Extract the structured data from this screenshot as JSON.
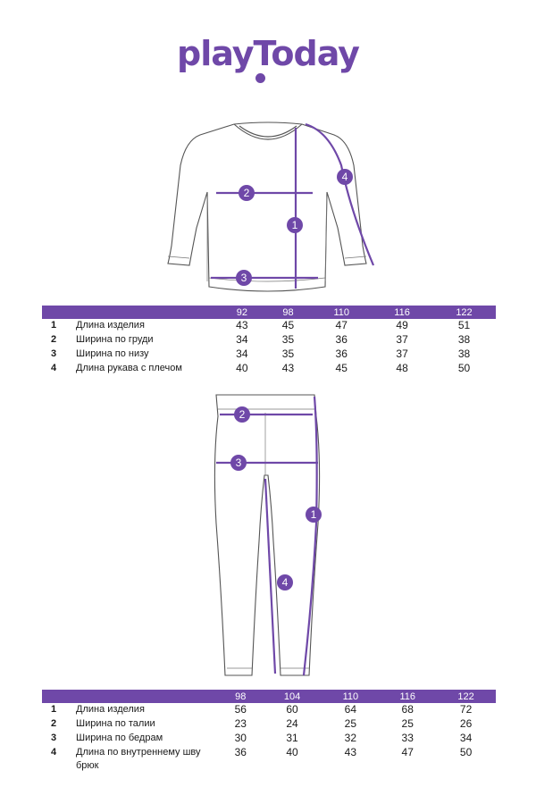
{
  "brand": {
    "logo_text": "playToday",
    "accent": "#6f48a8"
  },
  "top_chart": {
    "sizes": [
      "92",
      "98",
      "110",
      "116",
      "122"
    ],
    "rows": [
      {
        "num": "1",
        "name": "Длина изделия",
        "values": [
          "43",
          "45",
          "47",
          "49",
          "51"
        ]
      },
      {
        "num": "2",
        "name": "Ширина по груди",
        "values": [
          "34",
          "35",
          "36",
          "37",
          "38"
        ]
      },
      {
        "num": "3",
        "name": "Ширина по низу",
        "values": [
          "34",
          "35",
          "36",
          "37",
          "38"
        ]
      },
      {
        "num": "4",
        "name": "Длина рукава с плечом",
        "values": [
          "40",
          "43",
          "45",
          "48",
          "50"
        ]
      }
    ],
    "markers": [
      "1",
      "2",
      "3",
      "4"
    ]
  },
  "bottom_chart": {
    "sizes": [
      "98",
      "104",
      "110",
      "116",
      "122"
    ],
    "rows": [
      {
        "num": "1",
        "name": "Длина изделия",
        "values": [
          "56",
          "60",
          "64",
          "68",
          "72"
        ]
      },
      {
        "num": "2",
        "name": "Ширина по талии",
        "values": [
          "23",
          "24",
          "25",
          "25",
          "26"
        ]
      },
      {
        "num": "3",
        "name": "Ширина по бедрам",
        "values": [
          "30",
          "31",
          "32",
          "33",
          "34"
        ]
      },
      {
        "num": "4",
        "name": "Длина по внутреннему шву брюк",
        "values": [
          "36",
          "40",
          "43",
          "47",
          "50"
        ]
      }
    ],
    "markers": [
      "1",
      "2",
      "3",
      "4"
    ]
  }
}
